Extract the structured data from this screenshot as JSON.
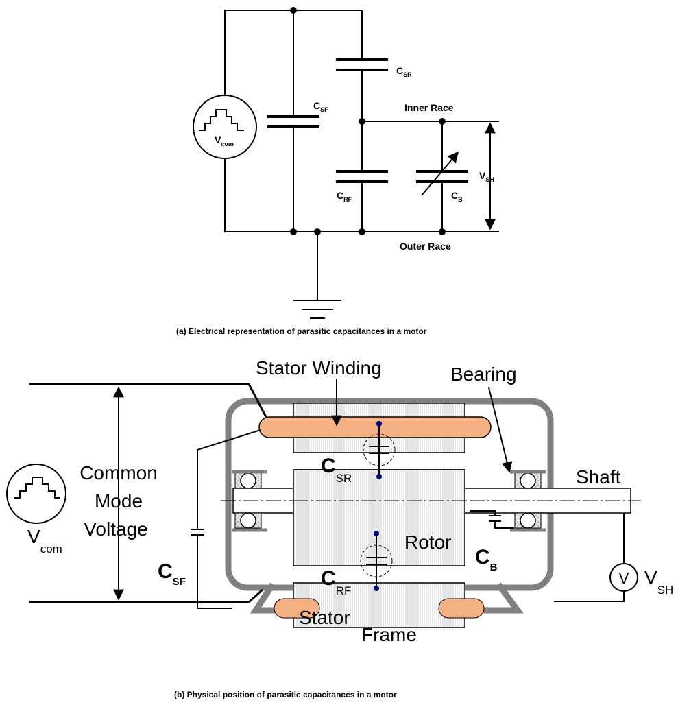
{
  "circuit": {
    "source": {
      "main": "V",
      "sub": "com"
    },
    "c_sr": {
      "main": "C",
      "sub": "SR"
    },
    "c_sf": {
      "main": "C",
      "sub": "SF"
    },
    "c_rf": {
      "main": "C",
      "sub": "RF"
    },
    "c_b": {
      "main": "C",
      "sub": "B"
    },
    "v_sh": {
      "main": "V",
      "sub": "SH"
    },
    "inner_race": "Inner Race",
    "outer_race": "Outer Race",
    "caption": "(a) Electrical representation of parasitic capacitances in a motor"
  },
  "motor": {
    "stator_winding": "Stator Winding",
    "bearing": "Bearing",
    "common_mode_voltage": [
      "Common",
      "Mode",
      "Voltage"
    ],
    "v_com": {
      "main": "V",
      "sub": "com"
    },
    "c_sr": {
      "main": "C",
      "sub": "SR"
    },
    "c_rf": {
      "main": "C",
      "sub": "RF"
    },
    "c_sf": {
      "main": "C",
      "sub": "SF"
    },
    "c_b": {
      "main": "C",
      "sub": "B"
    },
    "shaft": "Shaft",
    "rotor": "Rotor",
    "stator": "Stator",
    "frame": "Frame",
    "voltmeter": "V",
    "v_sh": {
      "main": "V",
      "sub": "SH"
    },
    "caption": "(b) Physical position of parasitic capacitances in a motor"
  },
  "colors": {
    "winding": "#f4b183",
    "frame": "#808080",
    "node": "#000080"
  }
}
